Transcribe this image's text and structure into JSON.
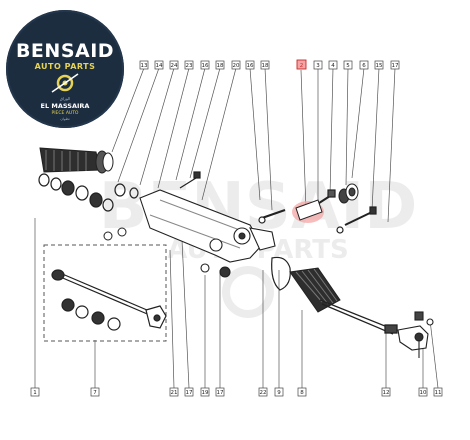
{
  "logo": {
    "name": "BENSAID",
    "subtitle": "AUTO PARTS",
    "tagline_1": "الوراق",
    "tagline_2": "EL MASSAIRA",
    "tagline_3": "PIECE AUTO",
    "tagline_4": "تطوان"
  },
  "watermark": {
    "text_1": "BENSAID",
    "text_2": "AUTO PARTS"
  },
  "callouts_top": [
    "13",
    "14",
    "24",
    "23",
    "16",
    "18",
    "20",
    "16",
    "18",
    "2",
    "3",
    "4",
    "5",
    "6",
    "15",
    "17"
  ],
  "callouts_bottom": [
    "1",
    "7",
    "21",
    "17",
    "19",
    "17",
    "22",
    "9",
    "8",
    "12",
    "10",
    "11"
  ],
  "highlighted_callout": "2",
  "colors": {
    "line": "#555555",
    "highlight_fill": "#f4a5a5",
    "highlight_border": "#c82828",
    "logo_bg": "#1c2d40",
    "logo_accent": "#e6d255"
  }
}
